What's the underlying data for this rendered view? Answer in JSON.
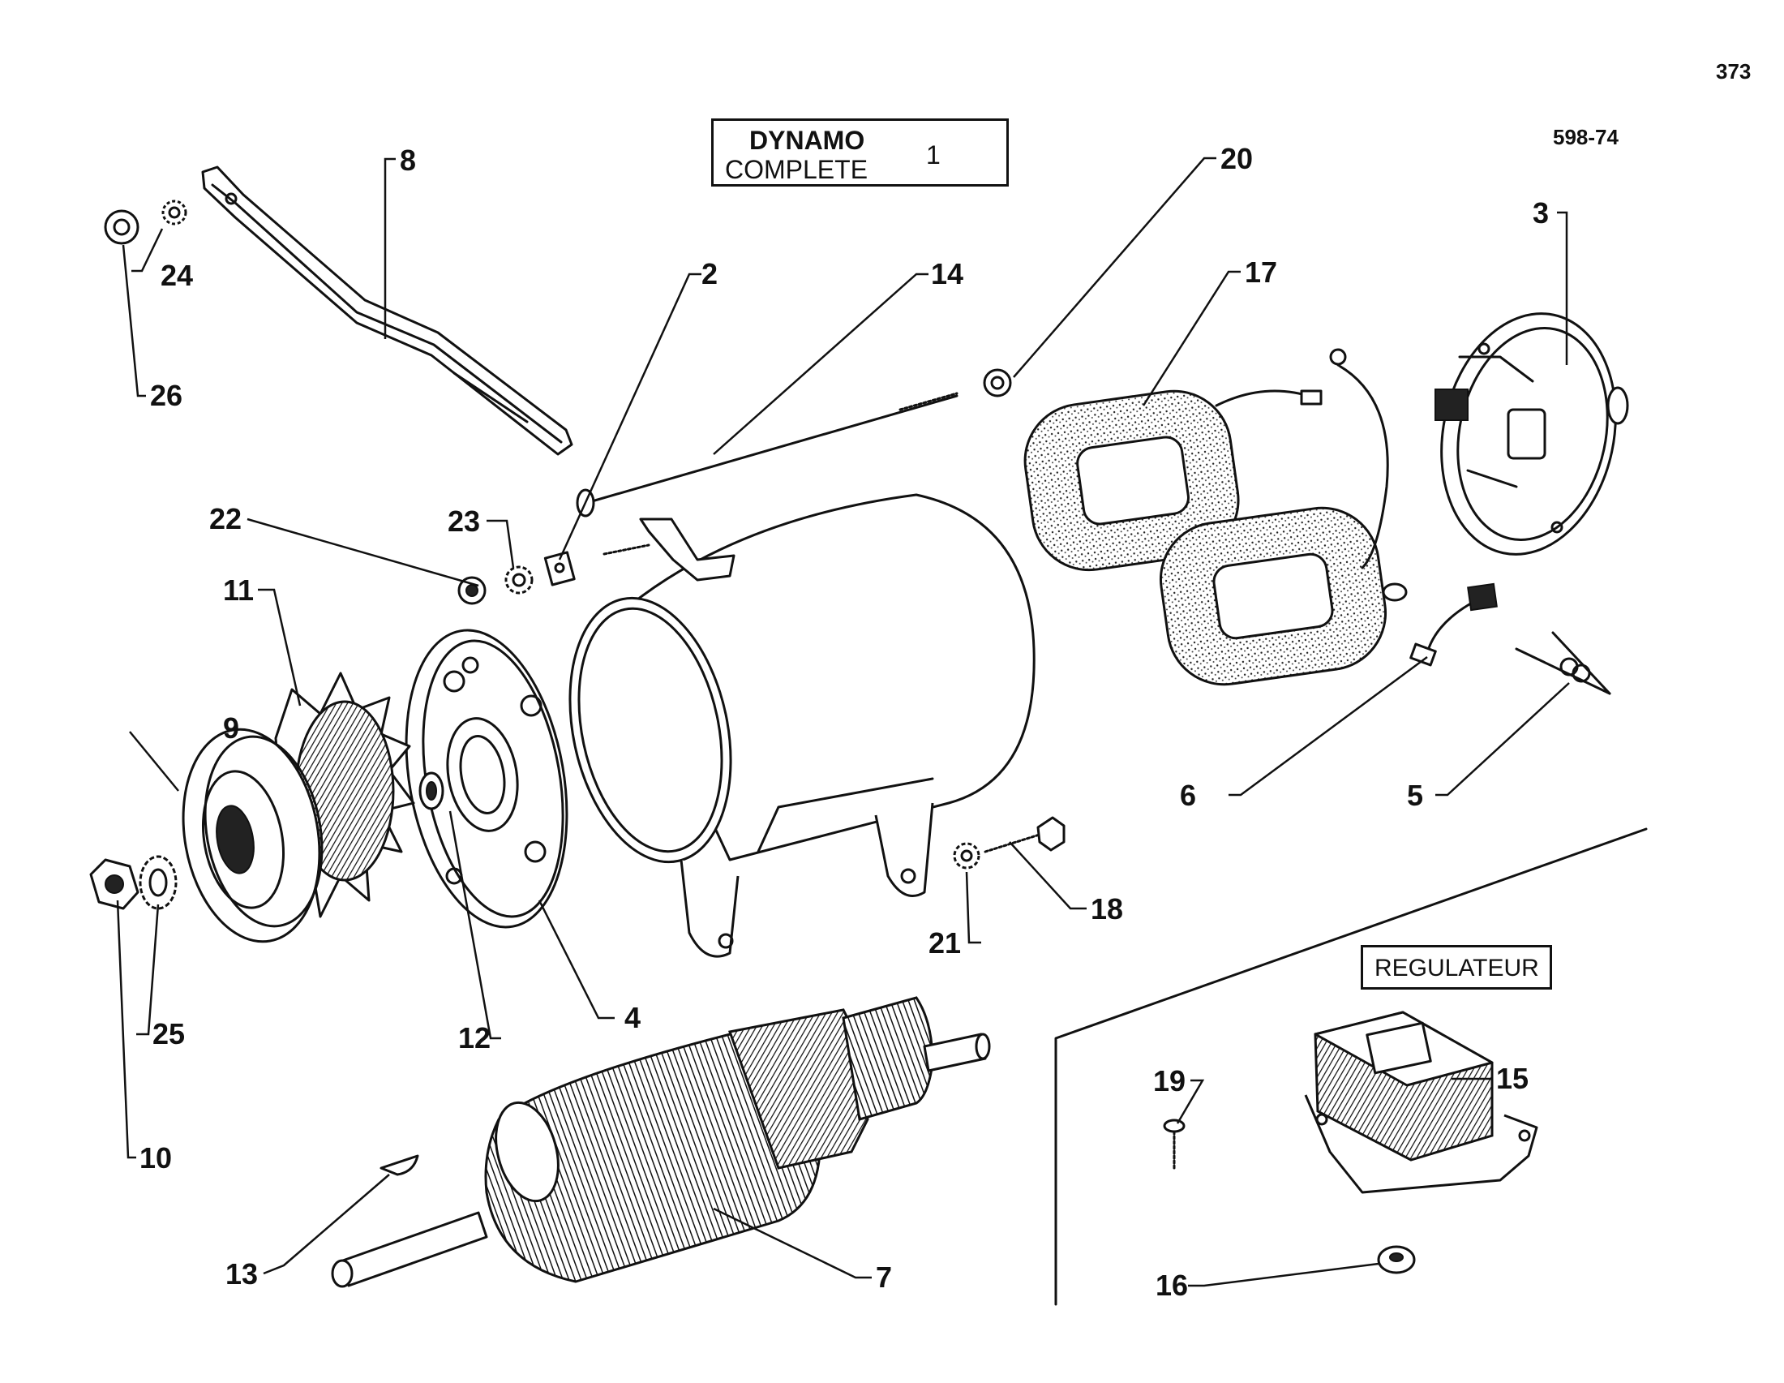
{
  "page_number": "373",
  "plate_code": "598-74",
  "title_box": {
    "line1": "DYNAMO",
    "line2": "COMPLETE",
    "qty": "1"
  },
  "section_box": {
    "label": "REGULATEUR"
  },
  "callouts": [
    "2",
    "3",
    "4",
    "5",
    "6",
    "7",
    "8",
    "9",
    "10",
    "11",
    "12",
    "13",
    "14",
    "15",
    "16",
    "17",
    "18",
    "19",
    "20",
    "21",
    "22",
    "23",
    "24",
    "25",
    "26"
  ]
}
